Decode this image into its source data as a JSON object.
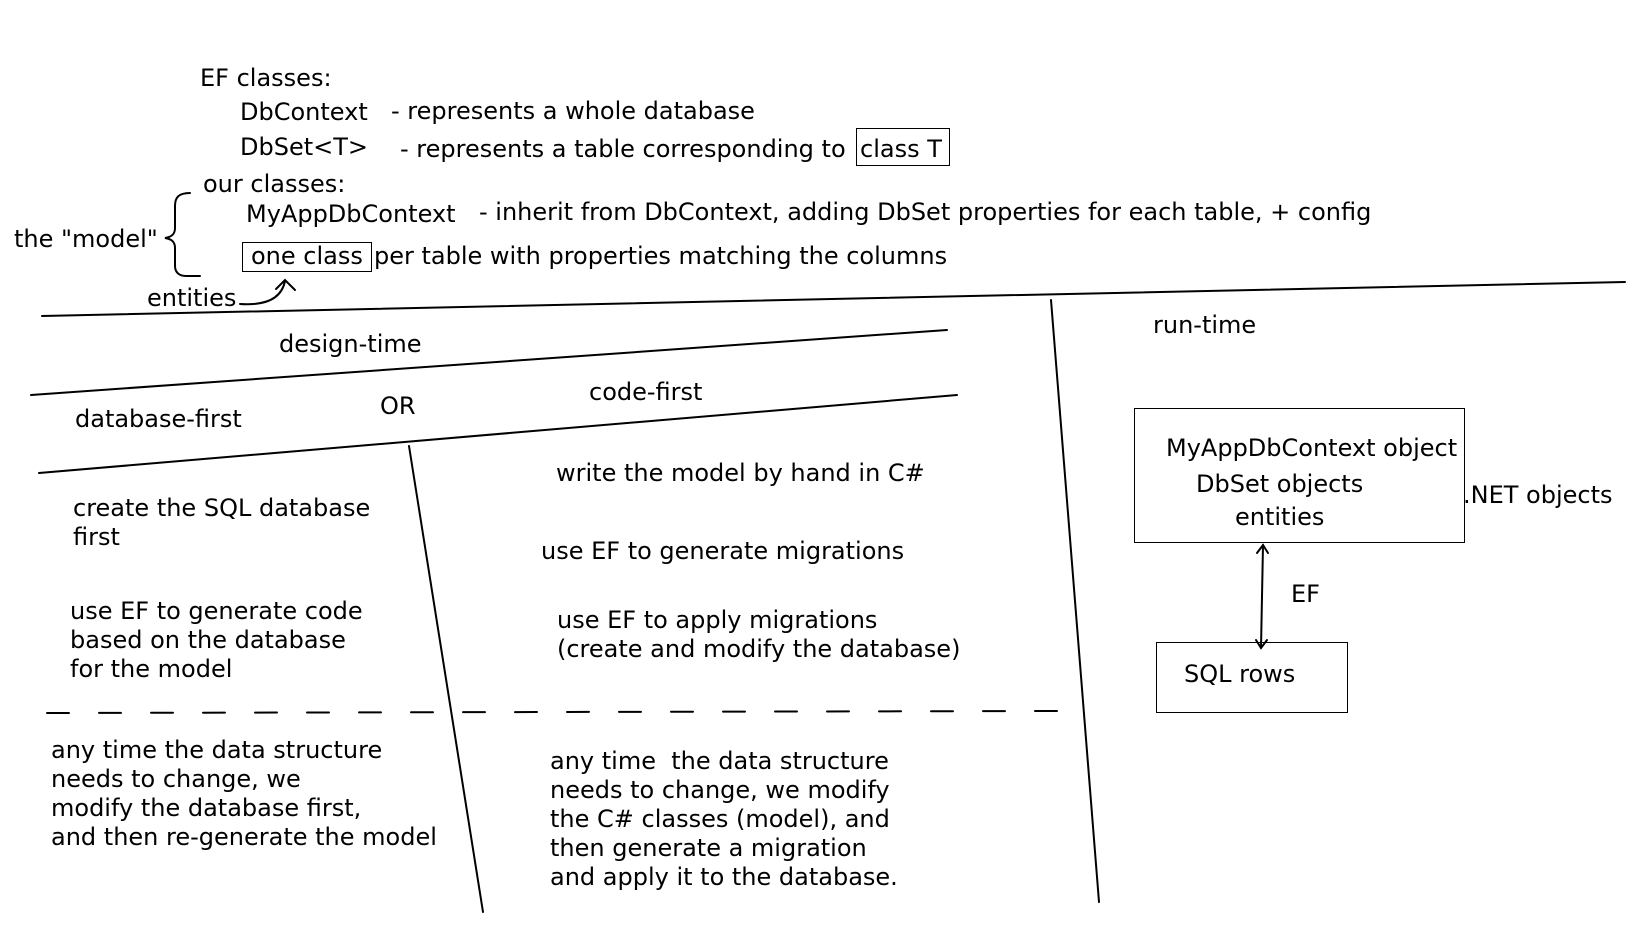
{
  "ef_classes": {
    "heading": "EF classes:",
    "dbcontext_name": "DbContext",
    "dbcontext_desc": "- represents a whole database",
    "dbset_name": "DbSet<T>",
    "dbset_desc": "- represents a table corresponding to",
    "dbset_boxed": "class T"
  },
  "our_classes": {
    "heading": "our classes:",
    "model_label": "the \"model\"",
    "context_name": "MyAppDbContext",
    "context_desc": "- inherit from DbContext, adding DbSet properties for each table, + config",
    "entity_boxed": "one class",
    "entity_desc": "per table with properties matching the columns",
    "entities_label": "entities"
  },
  "design_time": {
    "label": "design-time",
    "or_label": "OR",
    "database_first": {
      "title": "database-first",
      "step1": "create the SQL database\nfirst",
      "step2": "use EF to generate code\nbased on the database\nfor the model",
      "change": "any time the data structure\nneeds to change, we\nmodify the database first,\nand then re-generate the model"
    },
    "code_first": {
      "title": "code-first",
      "step1": "write the model by hand in C#",
      "step2": "use EF to generate migrations",
      "step3": "use EF to apply migrations\n(create and modify the database)",
      "change": "any time  the data structure\nneeds to change, we modify\nthe C# classes (model), and\nthen generate a migration\nand apply it to the database."
    }
  },
  "run_time": {
    "label": "run-time",
    "objects_box": {
      "line1": "MyAppDbContext object",
      "line2": "DbSet objects",
      "line3": "entities"
    },
    "net_label": ".NET objects",
    "ef_label": "EF",
    "sql_box": "SQL rows"
  }
}
